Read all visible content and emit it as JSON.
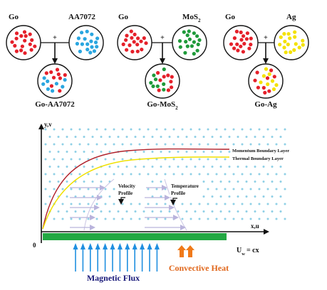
{
  "mixtures": [
    {
      "left_label": "Go",
      "right_label": "AA7072",
      "right_subscript": "",
      "operator": "+",
      "result_label": "Go-AA7072",
      "result_subscript": "",
      "left_color": "#e5202a",
      "right_color": "#2aa6e0"
    },
    {
      "left_label": "Go",
      "right_label": "MoS",
      "right_subscript": "2",
      "operator": "+",
      "result_label": "Go-MoS",
      "result_subscript": "2",
      "left_color": "#e5202a",
      "right_color": "#1f9a3a"
    },
    {
      "left_label": "Go",
      "right_label": "Ag",
      "right_subscript": "",
      "operator": "+",
      "result_label": "Go-Ag",
      "result_subscript": "",
      "left_color": "#e5202a",
      "right_color": "#f4e200"
    }
  ],
  "flow": {
    "y_axis_label": "y,v",
    "x_axis_label": "x,u",
    "origin_label": "0",
    "momentum_label": "Momentum Boundary Layer",
    "thermal_label": "Thermal Boundary Layer",
    "velocity_label_line1": "Velocity",
    "velocity_label_line2": "Profile",
    "temperature_label_line1": "Temperature",
    "temperature_label_line2": "Profile",
    "wall_velocity_label": "U",
    "wall_velocity_subscript": "w",
    "wall_velocity_rhs": "= cx",
    "magnetic_label": "Magnetic Flux",
    "heat_label": "Convective Heat",
    "colors": {
      "momentum": "#b0202a",
      "thermal": "#f0e000",
      "plate": "#23a843",
      "particles": "#8fd0e6",
      "profile_arrows": "#b9b3dc",
      "magnetic": "#1f8fe0",
      "heat": "#f07a1a",
      "heat_label": "#e0661a",
      "magnetic_label": "#1a1a7a"
    }
  }
}
